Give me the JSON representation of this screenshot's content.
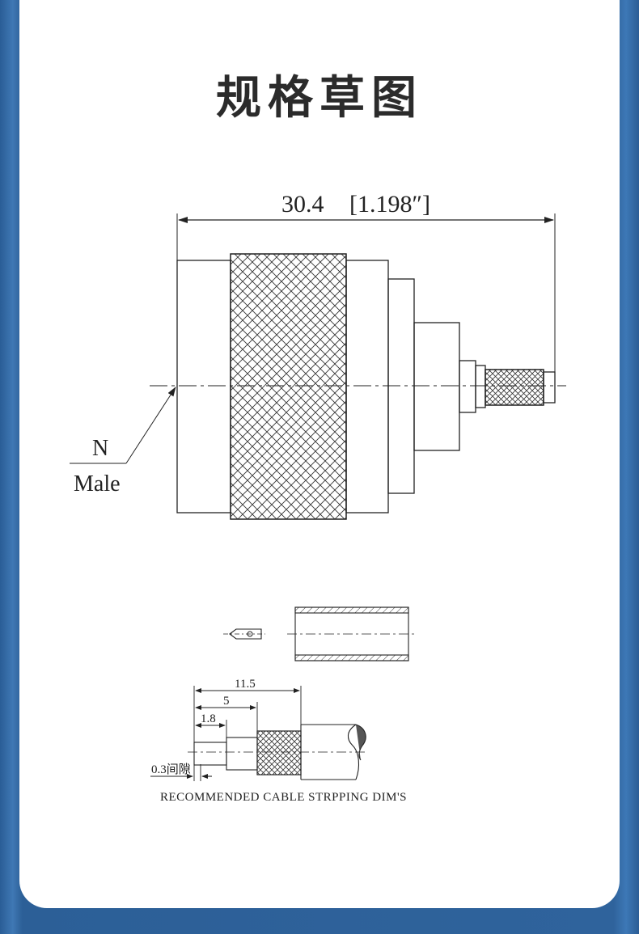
{
  "title": "规格草图",
  "main_view": {
    "overall_length": "30.4",
    "overall_length_in": "[1.198″]",
    "connector_type": "N",
    "gender": "Male"
  },
  "strip_view": {
    "dim_1": "11.5",
    "dim_2": "5",
    "dim_3": "1.8",
    "gap_label": "0.3间隙",
    "caption": "RECOMMENDED CABLE STRPPING DIM'S"
  }
}
